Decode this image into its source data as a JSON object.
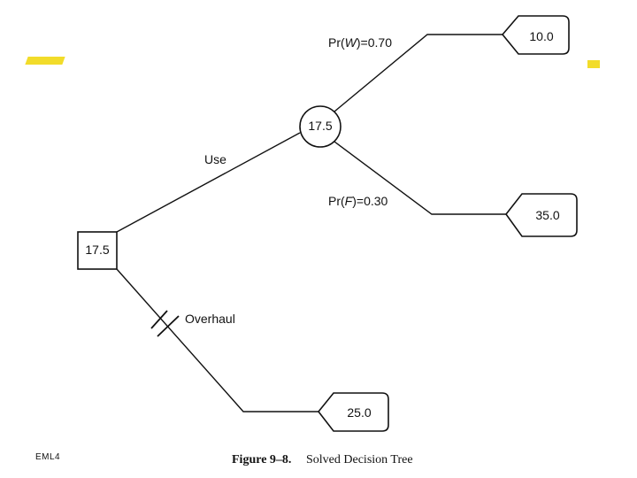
{
  "decision_node": {
    "value": "17.5"
  },
  "chance_node": {
    "value": "17.5"
  },
  "branches": {
    "use_label": "Use",
    "overhaul_label": "Overhaul",
    "prob_w_prefix": "Pr(",
    "prob_w_var": "W",
    "prob_w_suffix": ")=0.70",
    "prob_f_prefix": "Pr(",
    "prob_f_var": "F",
    "prob_f_suffix": ")=0.30"
  },
  "outcomes": {
    "w": "10.0",
    "f": "35.0",
    "overhaul": "25.0"
  },
  "caption": {
    "number": "Figure 9–8.",
    "text": "Solved Decision Tree"
  },
  "footer_tag": "EML4",
  "colors": {
    "ink": "#111111",
    "highlight": "#f2dc2a"
  }
}
